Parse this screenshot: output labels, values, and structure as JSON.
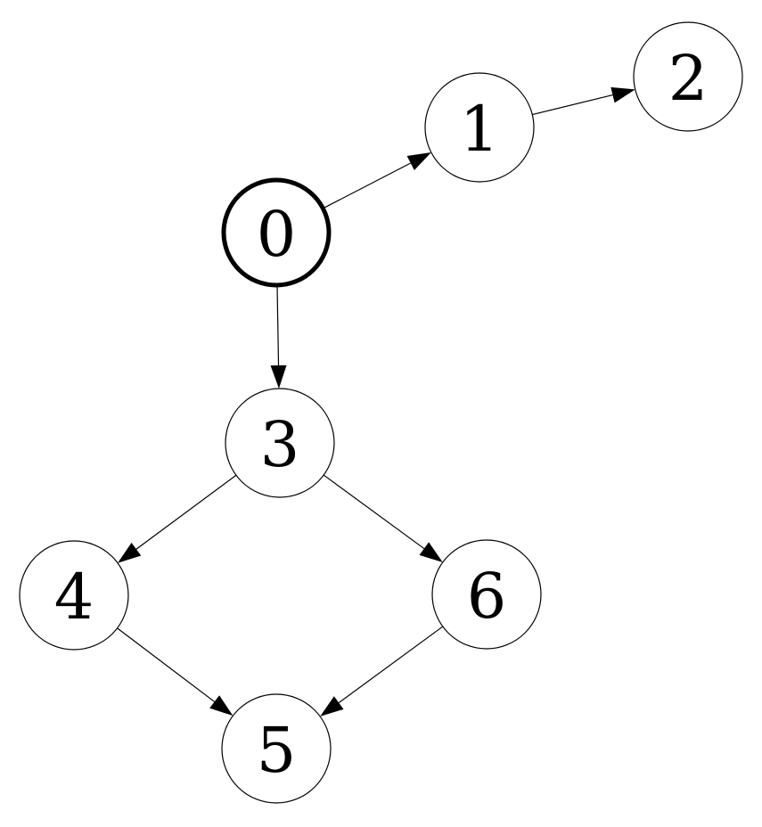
{
  "graph": {
    "directed": true,
    "root": "0",
    "nodes": [
      {
        "id": "0",
        "label": "0",
        "highlighted": true
      },
      {
        "id": "1",
        "label": "1"
      },
      {
        "id": "2",
        "label": "2"
      },
      {
        "id": "3",
        "label": "3"
      },
      {
        "id": "4",
        "label": "4"
      },
      {
        "id": "5",
        "label": "5"
      },
      {
        "id": "6",
        "label": "6"
      }
    ],
    "edges": [
      {
        "from": "0",
        "to": "1"
      },
      {
        "from": "1",
        "to": "2"
      },
      {
        "from": "0",
        "to": "3"
      },
      {
        "from": "3",
        "to": "4"
      },
      {
        "from": "3",
        "to": "6"
      },
      {
        "from": "4",
        "to": "5"
      },
      {
        "from": "6",
        "to": "5"
      }
    ]
  },
  "colors": {
    "stroke": "#000000",
    "background": "#ffffff"
  }
}
